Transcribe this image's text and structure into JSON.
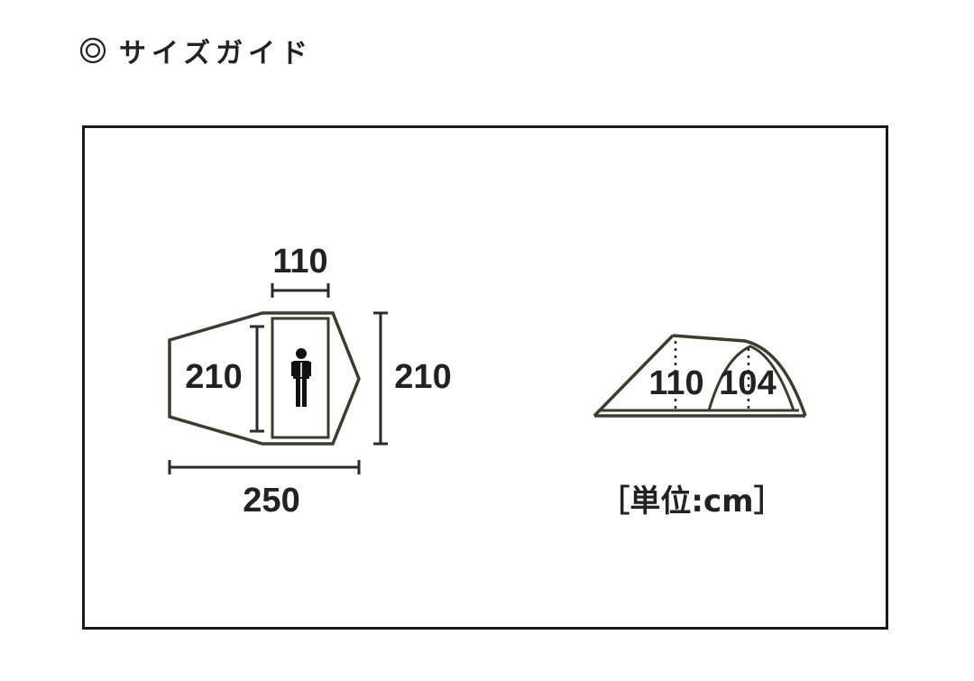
{
  "heading": {
    "icon": "double-circle-icon",
    "title": "サイズガイド"
  },
  "floor_plan": {
    "inner_width_label": "110",
    "inner_length_label": "210",
    "outer_length_label": "210",
    "total_width_label": "250"
  },
  "side_view": {
    "height_front_label": "110",
    "height_rear_label": "104"
  },
  "unit_label": "［単位:cm］",
  "colors": {
    "outline": "#3d3a2e",
    "text": "#222222",
    "frame": "#1a1a1a"
  }
}
